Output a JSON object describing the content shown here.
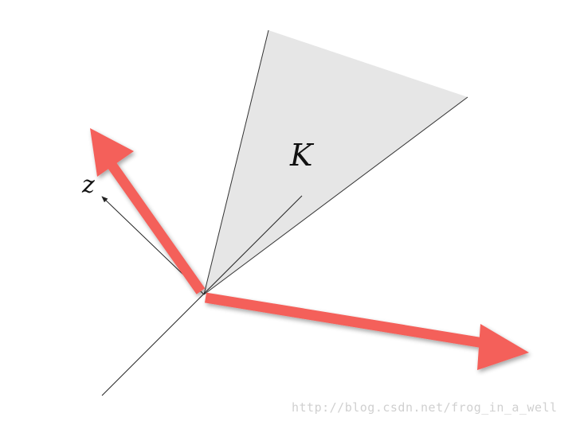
{
  "diagram": {
    "cone_label": "K",
    "vector_label": "z",
    "colors": {
      "cone_fill": "#e6e6e6",
      "cone_stroke": "#333333",
      "thin_line": "#222222",
      "bold_arrow": "#f4605a"
    }
  },
  "watermark": {
    "text": "http://blog.csdn.net/frog_in_a_well"
  }
}
